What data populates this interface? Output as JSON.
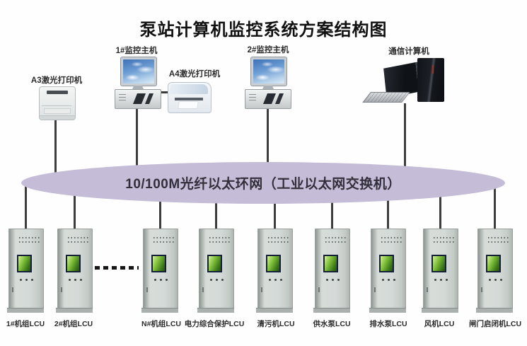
{
  "title": "泵站计算机监控系统方案结构图",
  "network_ring": {
    "label": "10/100M光纤以太环网（工业以太网交换机）",
    "fill": "#c5bcd8"
  },
  "top_devices": {
    "a3_printer": "A3激光打印机",
    "host1": "1#监控主机",
    "a4_printer": "A4激光打印机",
    "host2": "2#监控主机",
    "comm_computer": "通信计算机"
  },
  "lcu_cabinets": [
    "1#机组LCU",
    "2#机组LCU",
    "N#机组LCU",
    "电力综合保护LCU",
    "清污机LCU",
    "供水泵LCU",
    "排水泵LCU",
    "风机LCU",
    "闸门启闭机LCU"
  ],
  "colors": {
    "ring_fill": "#c5bcd8",
    "connector": "#3d3d3d",
    "cabinet_body": "#d4dad7",
    "cabinet_screen": "#7fbf3a",
    "background": "#ffffff"
  }
}
